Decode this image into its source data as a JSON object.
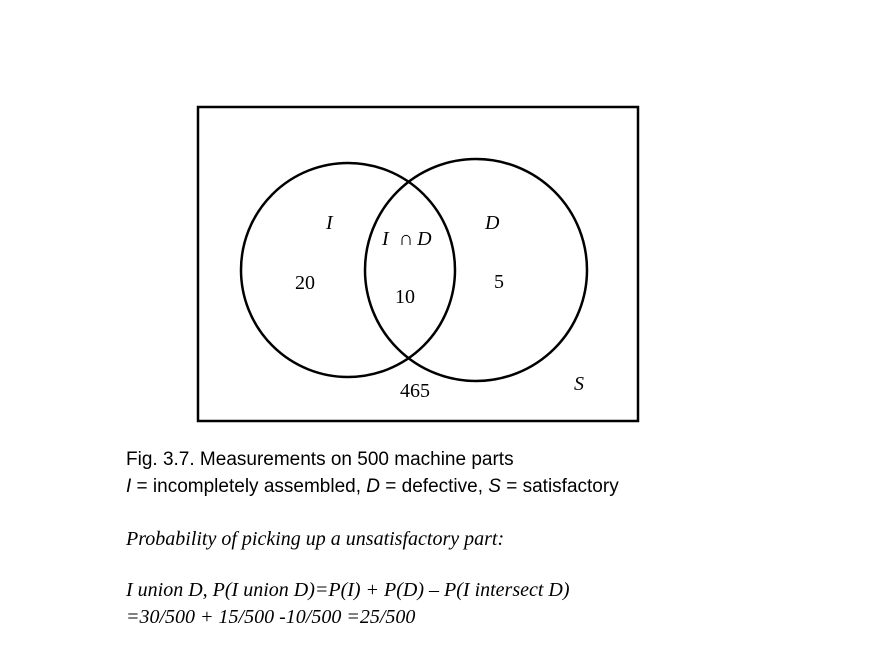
{
  "diagram": {
    "set_i_label": "I",
    "set_d_label": "D",
    "intersection_label_left": "I",
    "intersection_symbol": "∩",
    "intersection_label_right": "D",
    "only_i_count": "20",
    "intersection_count": "10",
    "only_d_count": "5",
    "outside_count": "465",
    "universe_label": "S",
    "stroke_color": "#000000"
  },
  "caption": {
    "title": "Fig. 3.7.  Measurements on 500 machine parts",
    "def_i_symbol": "I",
    "def_i_text": " = incompletely assembled,",
    "def_d_symbol": "D",
    "def_d_text": " = defective,  ",
    "def_s_symbol": "S",
    "def_s_text": " = satisfactory"
  },
  "explanation": {
    "heading": "Probability of picking up a unsatisfactory part:",
    "formula_line_1": "I union D, P(I union D)=P(I) + P(D) – P(I intersect D)",
    "formula_line_2": "=30/500 + 15/500 -10/500 =25/500"
  }
}
